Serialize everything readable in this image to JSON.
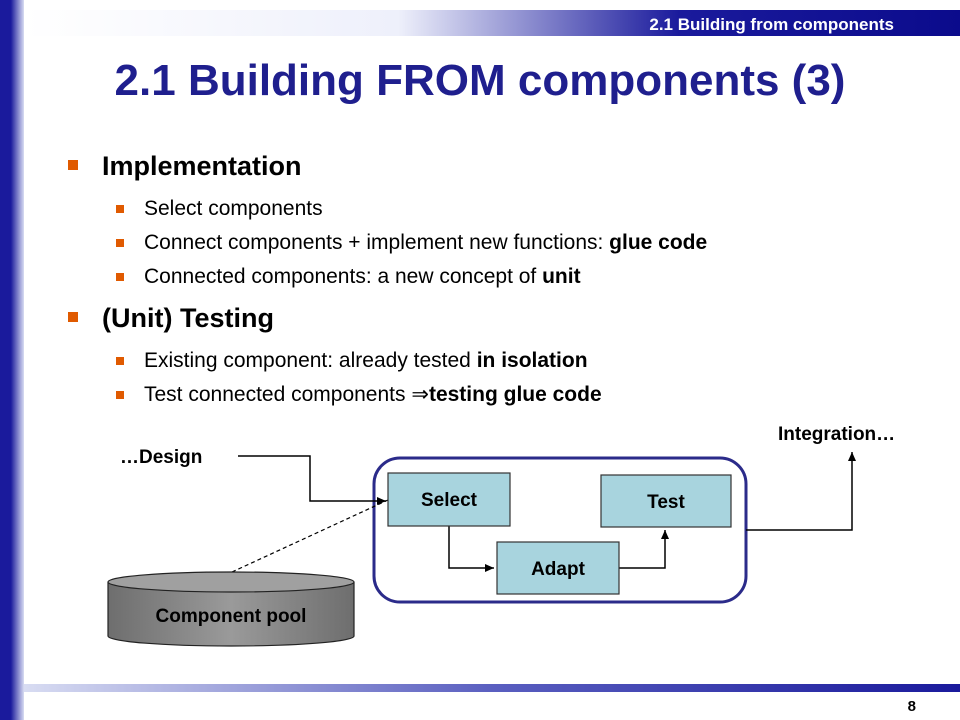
{
  "header": {
    "section_label": "2.1 Building from components"
  },
  "title": "2.1 Building FROM components (3)",
  "bullets": {
    "implementation": {
      "label": "Implementation",
      "items": [
        {
          "text": "Select components",
          "bold": ""
        },
        {
          "text": "Connect components + implement new functions: ",
          "bold": "glue code"
        },
        {
          "text": "Connected components: a new concept of ",
          "bold": "unit"
        }
      ]
    },
    "testing": {
      "label": "(Unit) Testing",
      "items": [
        {
          "text": "Existing component: already tested ",
          "bold": "in isolation"
        },
        {
          "text": "Test connected components ",
          "arrow": "⇒",
          "bold": "testing glue code"
        }
      ]
    }
  },
  "diagram": {
    "design_label": "…Design",
    "integration_label": "Integration…",
    "boxes": {
      "select": "Select",
      "test": "Test",
      "adapt": "Adapt"
    },
    "pool_label": "Component pool",
    "colors": {
      "box_fill": "#a8d4de",
      "container_border": "#2b2b8a",
      "cylinder_fill": "#8a8a8a"
    }
  },
  "footer": {
    "page_number": "8"
  }
}
